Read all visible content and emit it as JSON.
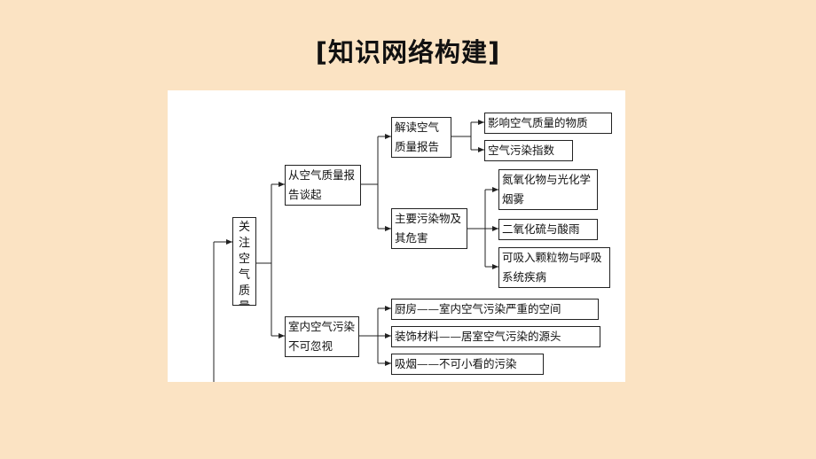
{
  "page": {
    "title": "[知识网络构建]"
  },
  "diagram": {
    "root": "关注空气质量",
    "level1": [
      {
        "label": "从空气质量报告谈起"
      },
      {
        "label": "室内空气污染不可忽视"
      }
    ],
    "level2": [
      {
        "label": "解读空气质量报告"
      },
      {
        "label": "主要污染物及其危害"
      }
    ],
    "leaves": [
      "影响空气质量的物质",
      "空气污染指数",
      "氮氧化物与光化学烟雾",
      "二氧化硫与酸雨",
      "可吸入颗粒物与呼吸系统疾病",
      "厨房——室内空气污染严重的空间",
      "装饰材料——居室空气污染的源头",
      "吸烟——不可小看的污染"
    ]
  }
}
